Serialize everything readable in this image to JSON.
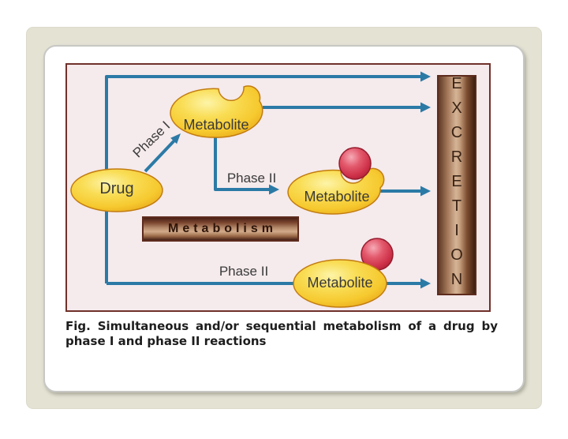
{
  "figure": {
    "caption_line1": "Fig. Simultaneous and/or sequential metabolism of a drug by",
    "caption_line2": "phase I and phase II reactions"
  },
  "diagram": {
    "drug_label": "Drug",
    "phase1_label": "Phase I",
    "phase2_upper_label": "Phase II",
    "phase2_lower_label": "Phase II",
    "metabolite1_label": "Metabolite",
    "metabolite2_label": "Metabolite",
    "metabolite3_label": "Metabolite",
    "metabolism_label": "Metabolism",
    "excretion_label": "EXCRETION",
    "colors": {
      "arrow_blue": "#2b7aa6",
      "border_maroon": "#70312a",
      "diagram_background_pink": "#f5eaec",
      "shape_yellow": "#f6c92f",
      "conjugate_ball_red": "#cd3048",
      "panel_beige": "#e4e2d3",
      "brown_box_light": "#d2ab8a",
      "brown_box_dark": "#462116"
    }
  }
}
